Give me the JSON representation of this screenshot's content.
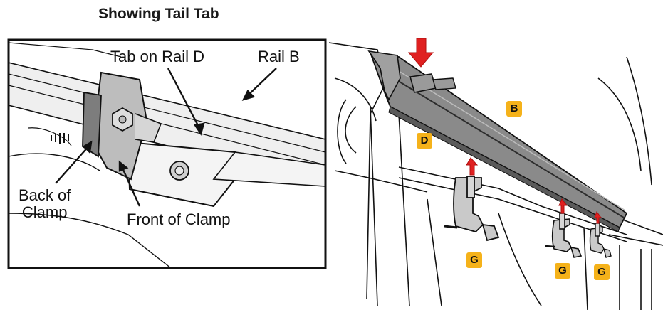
{
  "title": "Showing Tail Tab",
  "inset": {
    "labels": {
      "tab_on_rail_d": "Tab on Rail D",
      "rail_b": "Rail B",
      "back_of_clamp_line1": "Back of",
      "back_of_clamp_line2": "Clamp",
      "front_of_clamp": "Front of Clamp"
    }
  },
  "main": {
    "tags": {
      "b": "B",
      "d": "D",
      "g1": "G",
      "g2": "G",
      "g3": "G"
    }
  },
  "colors": {
    "accent_arrow": "#e02020",
    "tag_fill": "#f5b21a",
    "rail_fill": "#7f7f7f",
    "outline": "#111111"
  }
}
